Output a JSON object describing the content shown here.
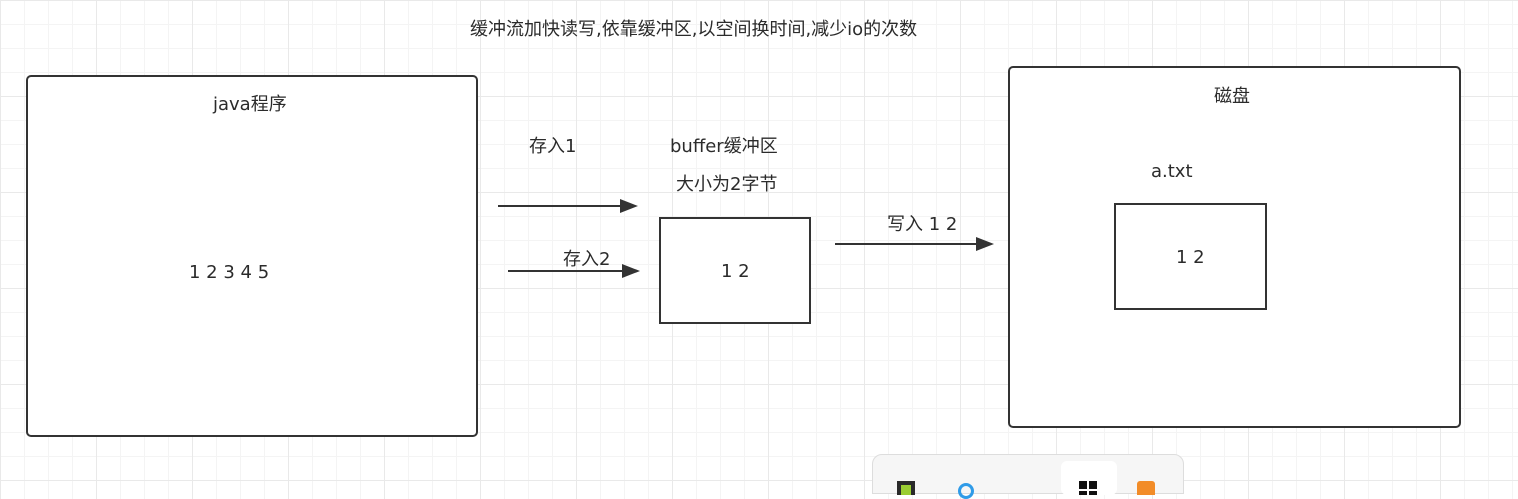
{
  "diagram": {
    "title": "缓冲流加快读写,依靠缓冲区,以空间换时间,减少io的次数",
    "java_box": {
      "title": "java程序",
      "content": "1 2 3 4  5"
    },
    "arrow_labels": {
      "store1": "存入1",
      "store2": "存入2",
      "write": "写入 1 2"
    },
    "buffer": {
      "title": "buffer缓冲区",
      "size_label": "大小为2字节",
      "content": "1 2"
    },
    "disk": {
      "title": "磁盘",
      "file_name": "a.txt",
      "file_content": "1 2"
    }
  },
  "taskbar": {
    "icons": [
      "app-icon",
      "browser-icon",
      "start-icon",
      "app-orange-icon"
    ]
  }
}
